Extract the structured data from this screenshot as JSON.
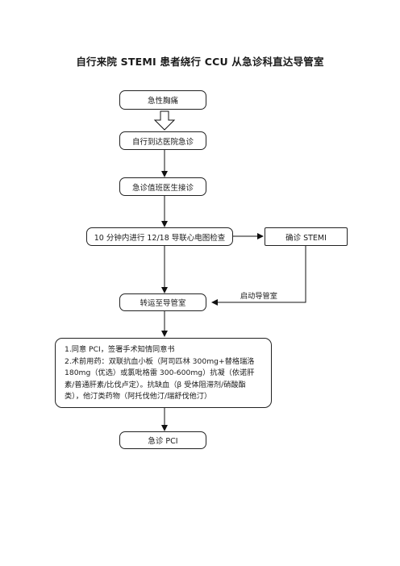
{
  "title": "自行来院 STEMI 患者绕行 CCU 从急诊科直达导管室",
  "nodes": {
    "chest_pain": "急性胸痛",
    "self_arrival": "自行到达医院急诊",
    "er_doctor": "急诊值班医生接诊",
    "ecg": "10 分钟内进行 12/18 导联心电图检查",
    "diagnosis": "确诊 STEMI",
    "transfer": "转运至导管室",
    "pci": "急诊 PCI"
  },
  "edge_labels": {
    "activate_cath_lab": "启动导管室"
  },
  "note_lines": [
    "1.同意 PCI，签署手术知情同意书",
    "2.术前用药：双联抗血小板（阿司匹林 300mg+替格瑞洛 180mg（优选）或氯吡格雷 300-600mg）抗凝（依诺肝素/普通肝素/比伐卢定）。抗缺血（β 受体阻滞剂/硝酸酯类），他汀类药物（阿托伐他汀/瑞舒伐他汀）"
  ]
}
